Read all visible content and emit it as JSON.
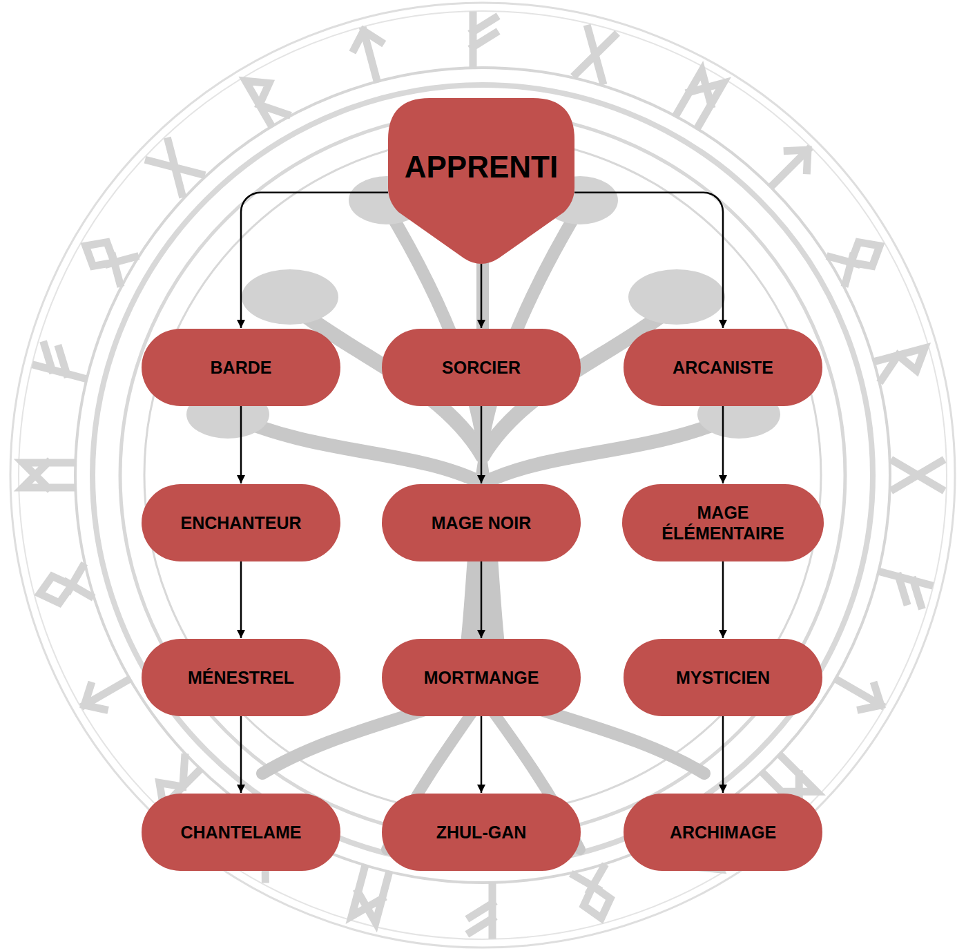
{
  "diagram": {
    "nodes": [
      {
        "text": [
          "APPRENTI"
        ]
      },
      {
        "text": [
          "BARDE"
        ]
      },
      {
        "text": [
          "SORCIER"
        ]
      },
      {
        "text": [
          "ARCANISTE"
        ]
      },
      {
        "text": [
          "ENCHANTEUR"
        ]
      },
      {
        "text": [
          "MAGE NOIR"
        ]
      },
      {
        "text": [
          "MAGE ÉLÉMENTAIRE"
        ]
      },
      {
        "text": [
          "MÉNESTREL"
        ]
      },
      {
        "text": [
          "MORTMANGE"
        ]
      },
      {
        "text": [
          "MYSTICIEN"
        ]
      },
      {
        "text": [
          "CHANTELAME"
        ]
      },
      {
        "text": [
          "ZHUL-GAN"
        ]
      },
      {
        "text": [
          "ARCHIMAGE"
        ]
      }
    ],
    "edges": [
      {
        "from": 0,
        "to": 1,
        "arrow": "to"
      },
      {
        "from": 0,
        "to": 2,
        "arrow": "to"
      },
      {
        "from": 0,
        "to": 3,
        "arrow": "to"
      },
      {
        "from": 1,
        "to": 4,
        "arrow": "to"
      },
      {
        "from": 4,
        "to": 7,
        "arrow": "to"
      },
      {
        "from": 7,
        "to": 10,
        "arrow": "to"
      },
      {
        "from": 2,
        "to": 5,
        "arrow": "to"
      },
      {
        "from": 5,
        "to": 8,
        "arrow": "to"
      },
      {
        "from": 8,
        "to": 11,
        "arrow": "to"
      },
      {
        "from": 3,
        "to": 6,
        "arrow": "to"
      },
      {
        "from": 6,
        "to": 9,
        "arrow": "to"
      },
      {
        "from": 9,
        "to": 12,
        "arrow": "to"
      }
    ]
  }
}
